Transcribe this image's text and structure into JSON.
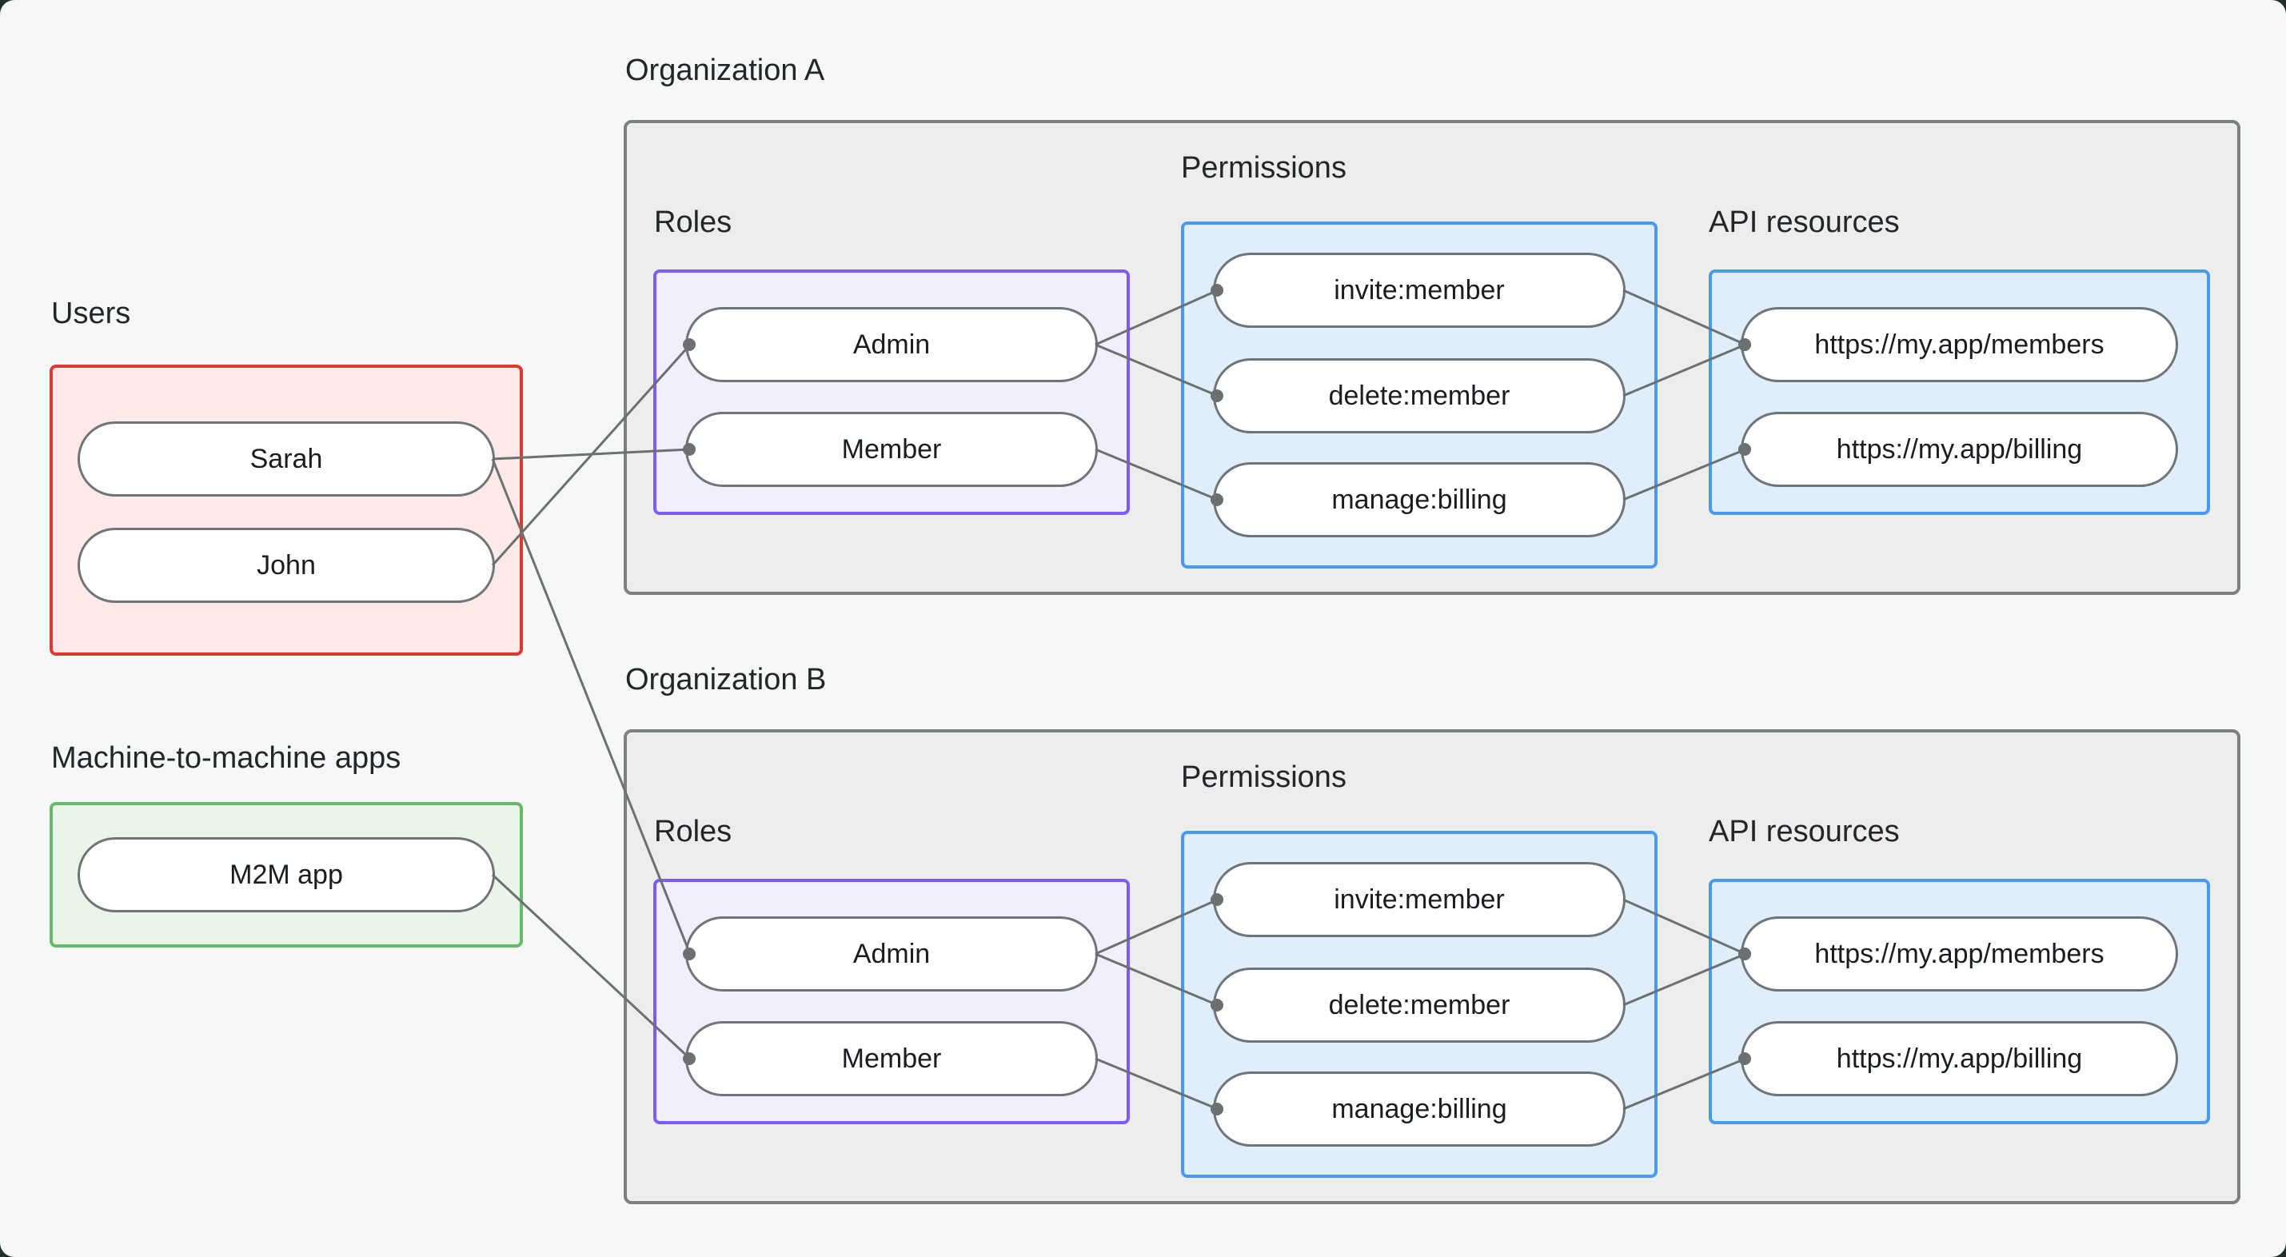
{
  "canvas": {
    "background": "#f6f8f7",
    "corner_backdrop": "#22302a"
  },
  "palette": {
    "users_border": "#dc3a30",
    "users_fill": "#fdeae8",
    "m2m_border": "#65ba69",
    "m2m_fill": "#eaf5ea",
    "roles_border": "#7b5bf9",
    "roles_fill": "#f3eefe",
    "blue_border": "#4999f3",
    "blue_fill": "#deeefb",
    "org_border": "#7b8080",
    "org_fill": "#ededee",
    "node_border": "#6f7478",
    "node_fill": "#ffffff",
    "edge_color": "#6b7070",
    "text_color": "#212629"
  },
  "users_group": {
    "label": "Users",
    "items": [
      {
        "id": "sarah",
        "label": "Sarah"
      },
      {
        "id": "john",
        "label": "John"
      }
    ]
  },
  "m2m_group": {
    "label": "Machine-to-machine apps",
    "items": [
      {
        "id": "m2m-app",
        "label": "M2M app"
      }
    ]
  },
  "organizations": [
    {
      "label": "Organization A",
      "roles": {
        "label": "Roles",
        "items": [
          {
            "id": "org-a-admin",
            "label": "Admin"
          },
          {
            "id": "org-a-member",
            "label": "Member"
          }
        ]
      },
      "permissions": {
        "label": "Permissions",
        "items": [
          {
            "id": "org-a-invite",
            "label": "invite:member"
          },
          {
            "id": "org-a-delete",
            "label": "delete:member"
          },
          {
            "id": "org-a-manage",
            "label": "manage:billing"
          }
        ]
      },
      "api_resources": {
        "label": "API resources",
        "items": [
          {
            "id": "org-a-members-api",
            "label": "https://my.app/members"
          },
          {
            "id": "org-a-billing-api",
            "label": "https://my.app/billing"
          }
        ]
      }
    },
    {
      "label": "Organization B",
      "roles": {
        "label": "Roles",
        "items": [
          {
            "id": "org-b-admin",
            "label": "Admin"
          },
          {
            "id": "org-b-member",
            "label": "Member"
          }
        ]
      },
      "permissions": {
        "label": "Permissions",
        "items": [
          {
            "id": "org-b-invite",
            "label": "invite:member"
          },
          {
            "id": "org-b-delete",
            "label": "delete:member"
          },
          {
            "id": "org-b-manage",
            "label": "manage:billing"
          }
        ]
      },
      "api_resources": {
        "label": "API resources",
        "items": [
          {
            "id": "org-b-members-api",
            "label": "https://my.app/members"
          },
          {
            "id": "org-b-billing-api",
            "label": "https://my.app/billing"
          }
        ]
      }
    }
  ],
  "connections": [
    {
      "from": "sarah",
      "to": "org-a-member"
    },
    {
      "from": "john",
      "to": "org-a-admin"
    },
    {
      "from": "sarah",
      "to": "org-b-admin"
    },
    {
      "from": "m2m-app",
      "to": "org-b-member"
    },
    {
      "from": "org-a-admin",
      "to": "org-a-invite"
    },
    {
      "from": "org-a-admin",
      "to": "org-a-delete"
    },
    {
      "from": "org-a-member",
      "to": "org-a-manage"
    },
    {
      "from": "org-a-invite",
      "to": "org-a-members-api"
    },
    {
      "from": "org-a-delete",
      "to": "org-a-members-api"
    },
    {
      "from": "org-a-manage",
      "to": "org-a-billing-api"
    },
    {
      "from": "org-b-admin",
      "to": "org-b-invite"
    },
    {
      "from": "org-b-admin",
      "to": "org-b-delete"
    },
    {
      "from": "org-b-member",
      "to": "org-b-manage"
    },
    {
      "from": "org-b-invite",
      "to": "org-b-members-api"
    },
    {
      "from": "org-b-delete",
      "to": "org-b-members-api"
    },
    {
      "from": "org-b-manage",
      "to": "org-b-billing-api"
    }
  ]
}
